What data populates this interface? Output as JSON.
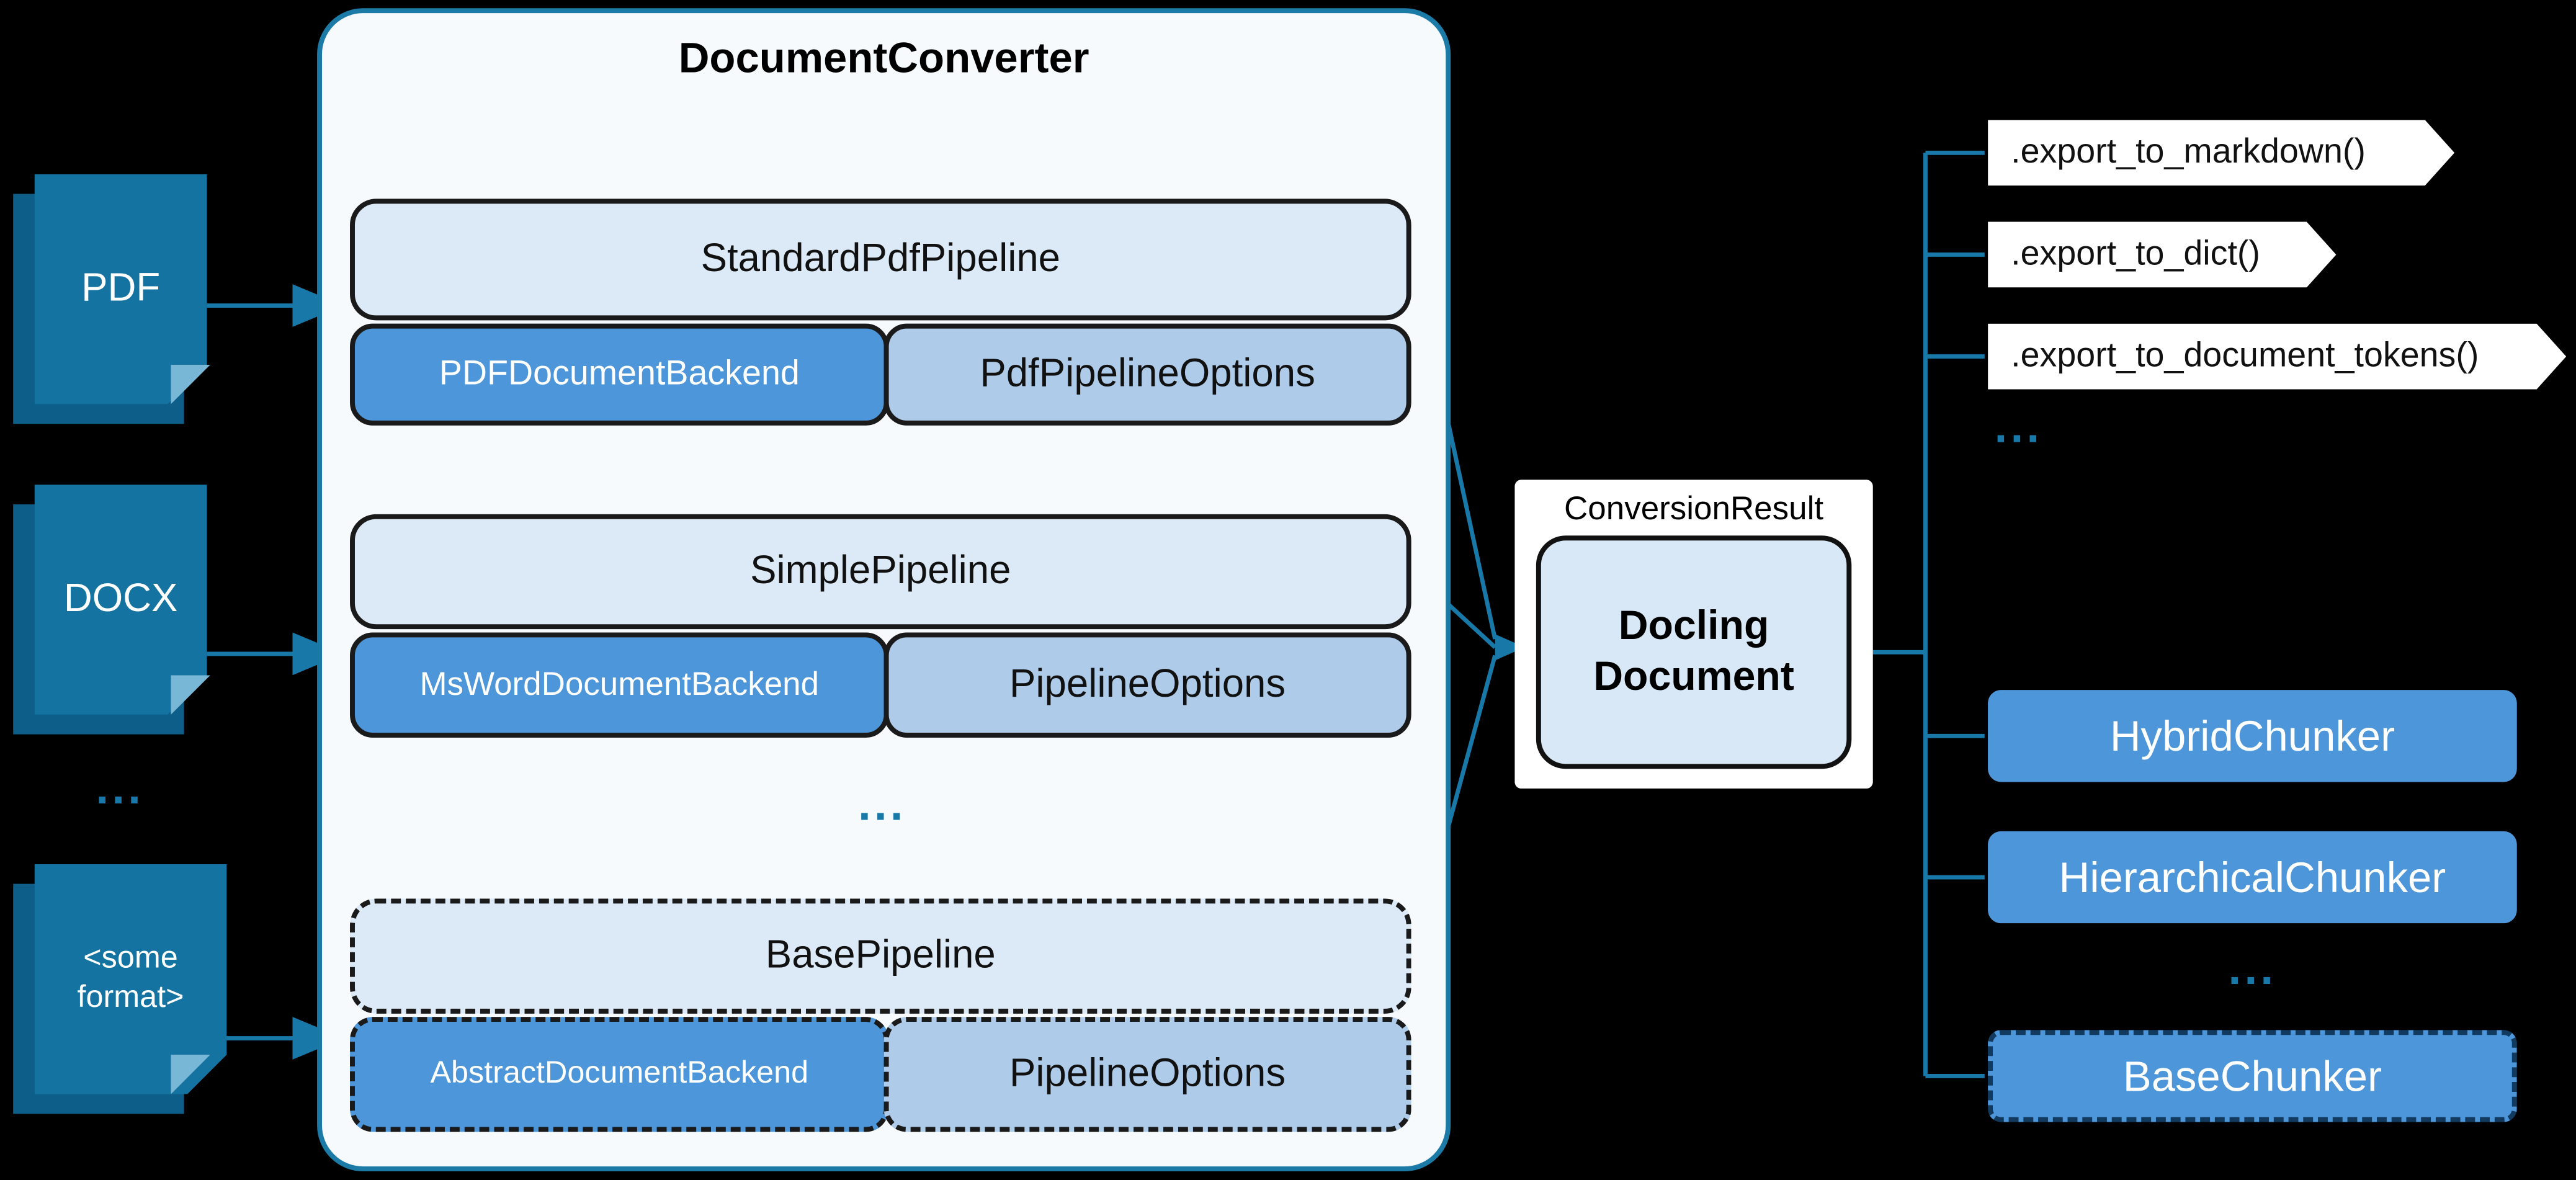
{
  "colors": {
    "accent_line": "#1878a8",
    "doc_fill": "#1573a1",
    "doc_fold": "#78b7d6",
    "backend_fill": "#4d96d9",
    "options_fill": "#aecbea",
    "pipeline_fill": "#dce9f7",
    "converter_fill": "#f7fafd",
    "result_fill": "#d9e8f6",
    "background": "#000000"
  },
  "inputs": [
    {
      "label": "PDF"
    },
    {
      "label": "DOCX"
    },
    {
      "label": "<some format>"
    }
  ],
  "inputs_ellipsis": "...",
  "converter": {
    "title": "DocumentConverter",
    "ellipsis": "...",
    "pipelines": [
      {
        "name": "StandardPdfPipeline",
        "backend": "PDFDocumentBackend",
        "options": "PdfPipelineOptions"
      },
      {
        "name": "SimplePipeline",
        "backend": "MsWordDocumentBackend",
        "options": "PipelineOptions"
      },
      {
        "name": "BasePipeline",
        "backend": "AbstractDocumentBackend",
        "options": "PipelineOptions"
      }
    ]
  },
  "conversion_result": {
    "label": "ConversionResult",
    "document": "Docling Document"
  },
  "exports": [
    {
      "label": ".export_to_markdown()"
    },
    {
      "label": ".export_to_dict()"
    },
    {
      "label": ".export_to_document_tokens()"
    }
  ],
  "exports_ellipsis": "...",
  "chunkers": [
    {
      "name": "HybridChunker"
    },
    {
      "name": "HierarchicalChunker"
    },
    {
      "name": "BaseChunker"
    }
  ],
  "chunkers_ellipsis": "..."
}
